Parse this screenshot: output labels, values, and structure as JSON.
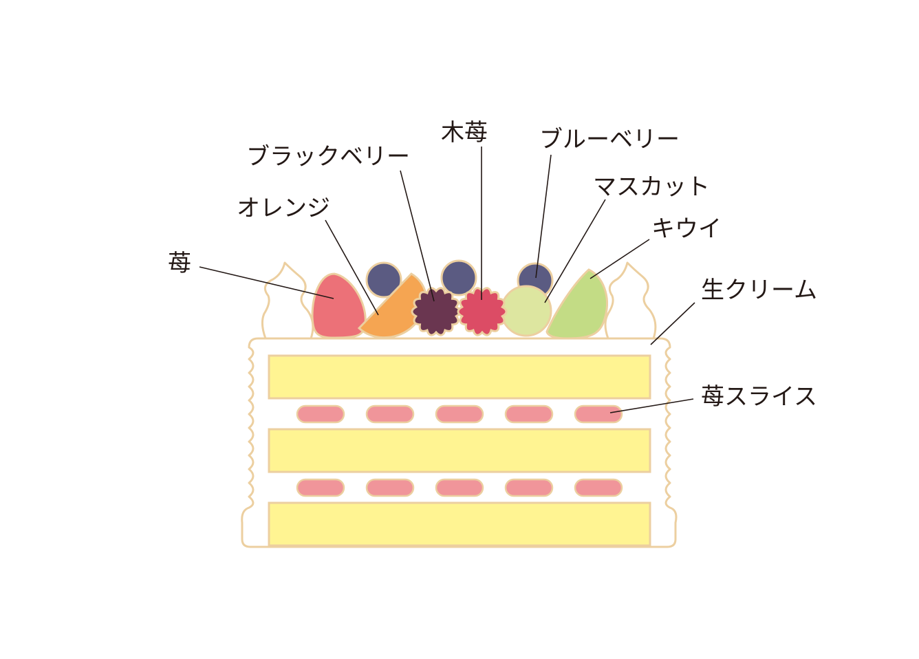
{
  "colors": {
    "cream_outline": "#eccfa0",
    "sponge": "#fff492",
    "strawberry_slice": "#f0959a",
    "strawberry": "#ec7178",
    "orange": "#f5a552",
    "blackberry": "#6a3650",
    "raspberry": "#dc4c65",
    "blueberry": "#5b5b82",
    "muscat": "#dde6a0",
    "kiwi": "#c3dc85",
    "text": "#231815"
  },
  "labels": {
    "strawberry": "苺",
    "orange": "オレンジ",
    "blackberry": "ブラックベリー",
    "raspberry": "木苺",
    "blueberry": "ブルーベリー",
    "muscat": "マスカット",
    "kiwi": "キウイ",
    "cream": "生クリーム",
    "strawberry_slice": "苺スライス"
  }
}
